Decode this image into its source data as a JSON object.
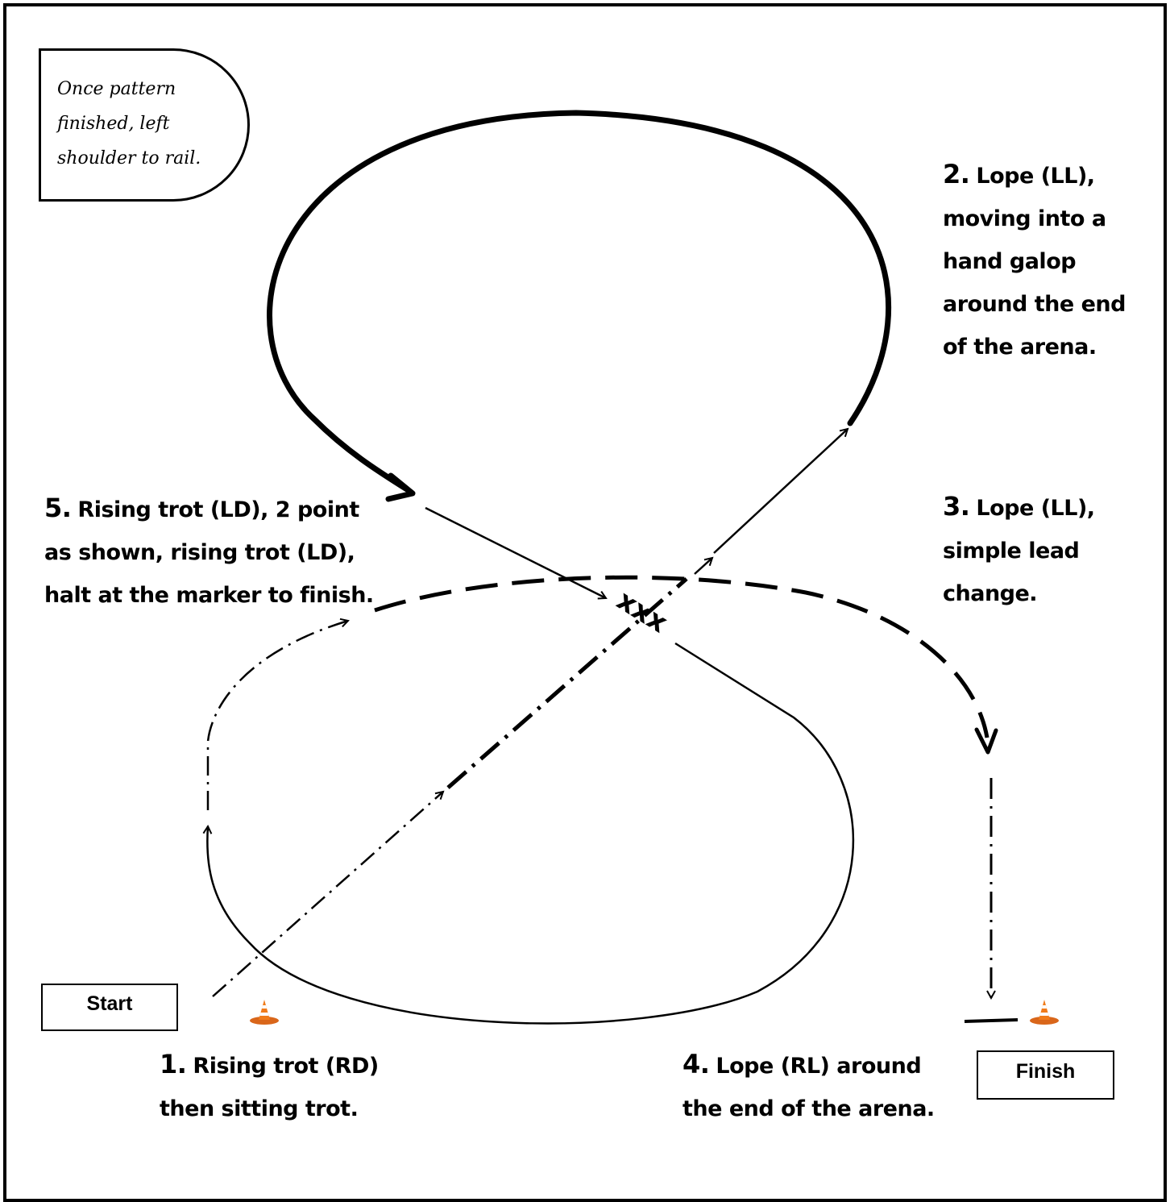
{
  "note": {
    "lines": [
      "Once pattern",
      "finished,  left",
      "shoulder to rail."
    ]
  },
  "start_label": "Start",
  "finish_label": "Finish",
  "marker_symbols": "xxx",
  "steps": {
    "s1": {
      "number": "1.",
      "lines": [
        "Rising trot (RD)",
        "then sitting trot."
      ]
    },
    "s2": {
      "number": "2.",
      "lines": [
        "Lope (LL),",
        "moving into a",
        "hand galop",
        "around the end",
        "of the arena."
      ]
    },
    "s3": {
      "number": "3.",
      "lines": [
        "Lope (LL),",
        "simple lead",
        "change."
      ]
    },
    "s4": {
      "number": "4.",
      "lines": [
        "Lope (RL) around",
        "the end of the arena."
      ]
    },
    "s5": {
      "number": "5.",
      "lines": [
        "Rising trot (LD), 2 point",
        "as shown, rising trot (LD),",
        "halt at the marker to finish."
      ]
    }
  },
  "colors": {
    "ink": "#000000",
    "cone": "#f07b1a"
  },
  "icons": [
    "traffic-cone-icon"
  ]
}
